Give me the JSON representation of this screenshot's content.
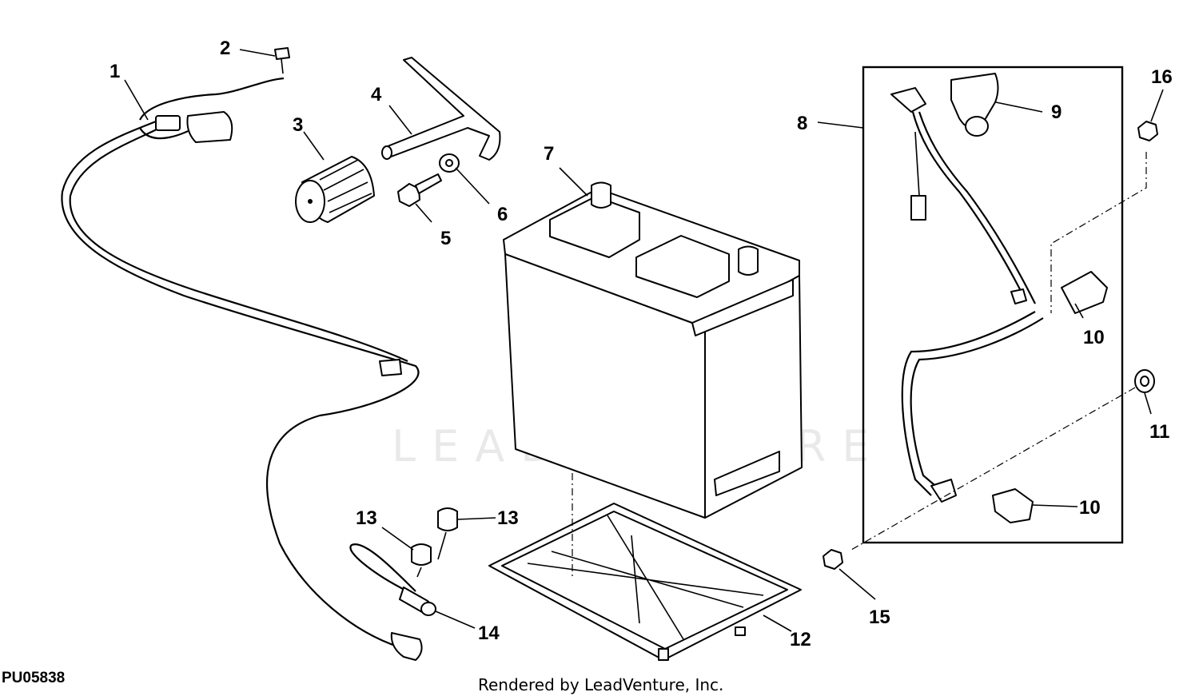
{
  "figure_id": "PU05838",
  "credit": "Rendered by LeadVenture, Inc.",
  "watermark": "LEADVENTURE",
  "callouts": [
    "1",
    "2",
    "3",
    "4",
    "5",
    "6",
    "7",
    "8",
    "9",
    "10",
    "10",
    "11",
    "12",
    "13",
    "13",
    "14",
    "15",
    "16"
  ]
}
